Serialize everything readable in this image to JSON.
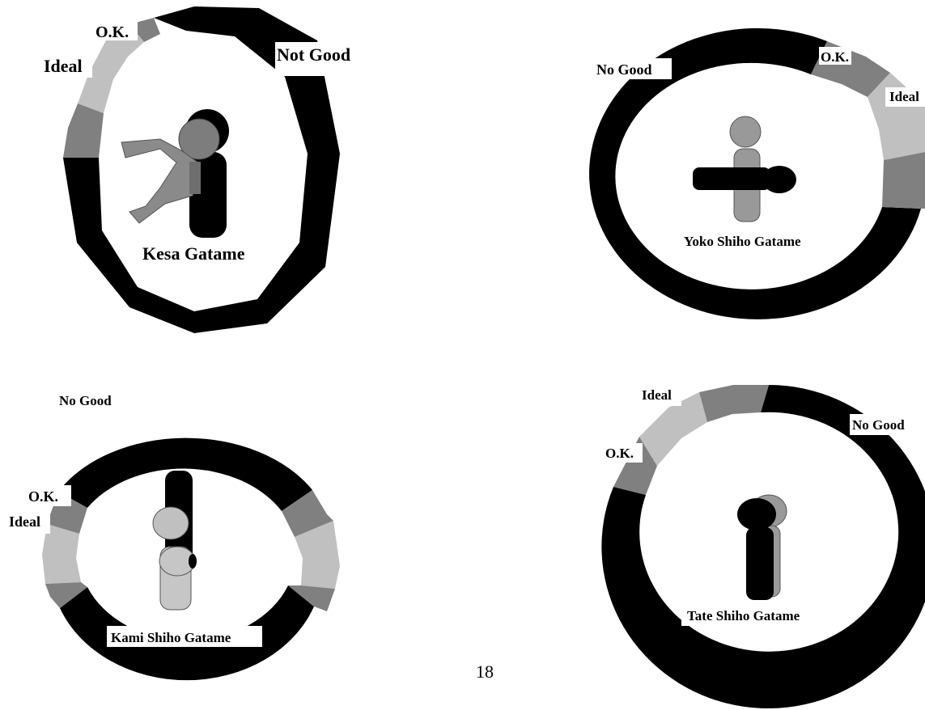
{
  "colors": {
    "no_good": "#000000",
    "ok": "#808080",
    "ideal": "#c0c0c0",
    "body_gray": "#9a9a9a",
    "light": "#c6c6c6",
    "background": "#ffffff"
  },
  "page_number": "18",
  "diagrams": [
    {
      "title": "Kesa Gatame",
      "labels": {
        "ideal": "Ideal",
        "ok": "O.K.",
        "no_good": "Not Good"
      }
    },
    {
      "title": "Yoko Shiho Gatame",
      "labels": {
        "no_good": "No Good",
        "ok": "O.K.",
        "ideal": "Ideal"
      }
    },
    {
      "title": "Kami Shiho Gatame",
      "labels": {
        "no_good": "No Good",
        "ok": "O.K.",
        "ideal": "Ideal"
      }
    },
    {
      "title": "Tate Shiho Gatame",
      "labels": {
        "ideal": "Ideal",
        "ok": "O.K.",
        "no_good": "No Good"
      }
    }
  ]
}
